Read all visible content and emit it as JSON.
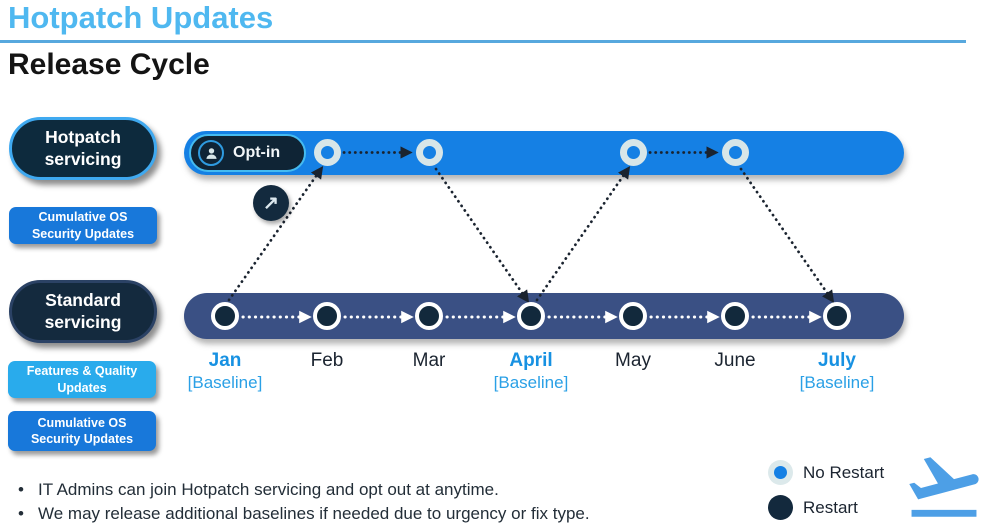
{
  "header": {
    "title": "Hotpatch Updates",
    "subtitle": "Release Cycle"
  },
  "sidebar": {
    "hotpatch": {
      "label": "Hotpatch servicing",
      "update_types": [
        "Cumulative OS Security Updates"
      ]
    },
    "standard": {
      "label": "Standard servicing",
      "update_types": [
        "Features & Quality Updates",
        "Cumulative OS Security Updates"
      ]
    }
  },
  "timeline": {
    "optin": {
      "label": "Opt-in"
    },
    "months": [
      {
        "label": "Jan",
        "baseline": "[Baseline]",
        "highlighted": true,
        "node": "restart"
      },
      {
        "label": "Feb",
        "highlighted": false,
        "node": "restart",
        "hotpatch_node": "no-restart"
      },
      {
        "label": "Mar",
        "highlighted": false,
        "node": "restart",
        "hotpatch_node": "no-restart"
      },
      {
        "label": "April",
        "baseline": "[Baseline]",
        "highlighted": true,
        "node": "restart"
      },
      {
        "label": "May",
        "highlighted": false,
        "node": "restart",
        "hotpatch_node": "no-restart"
      },
      {
        "label": "June",
        "highlighted": false,
        "node": "restart",
        "hotpatch_node": "no-restart"
      },
      {
        "label": "July",
        "baseline": "[Baseline]",
        "highlighted": true,
        "node": "restart"
      }
    ]
  },
  "legend": {
    "items": [
      {
        "label": "No Restart",
        "marker": "blue-ring-dot"
      },
      {
        "label": "Restart",
        "marker": "dark-dot"
      }
    ]
  },
  "icons": {
    "arrow_up_right": "↗"
  },
  "footnotes": [
    "IT Admins can join Hotpatch servicing and opt out at anytime.",
    "We may release additional baselines if needed due to urgency or fix type."
  ],
  "colors": {
    "title_blue": "#4FB8F0",
    "hotpatch_bar_blue": "#1580E4",
    "standard_bar_navy": "#3A5084",
    "dark_navy": "#13293D",
    "security_updates_blue": "#1878DA",
    "features_quality_blue": "#29ABEC",
    "month_highlight_blue": "#1791E2",
    "baseline_blue": "#2AA0E6",
    "plane_blue": "#4D9FE6"
  }
}
